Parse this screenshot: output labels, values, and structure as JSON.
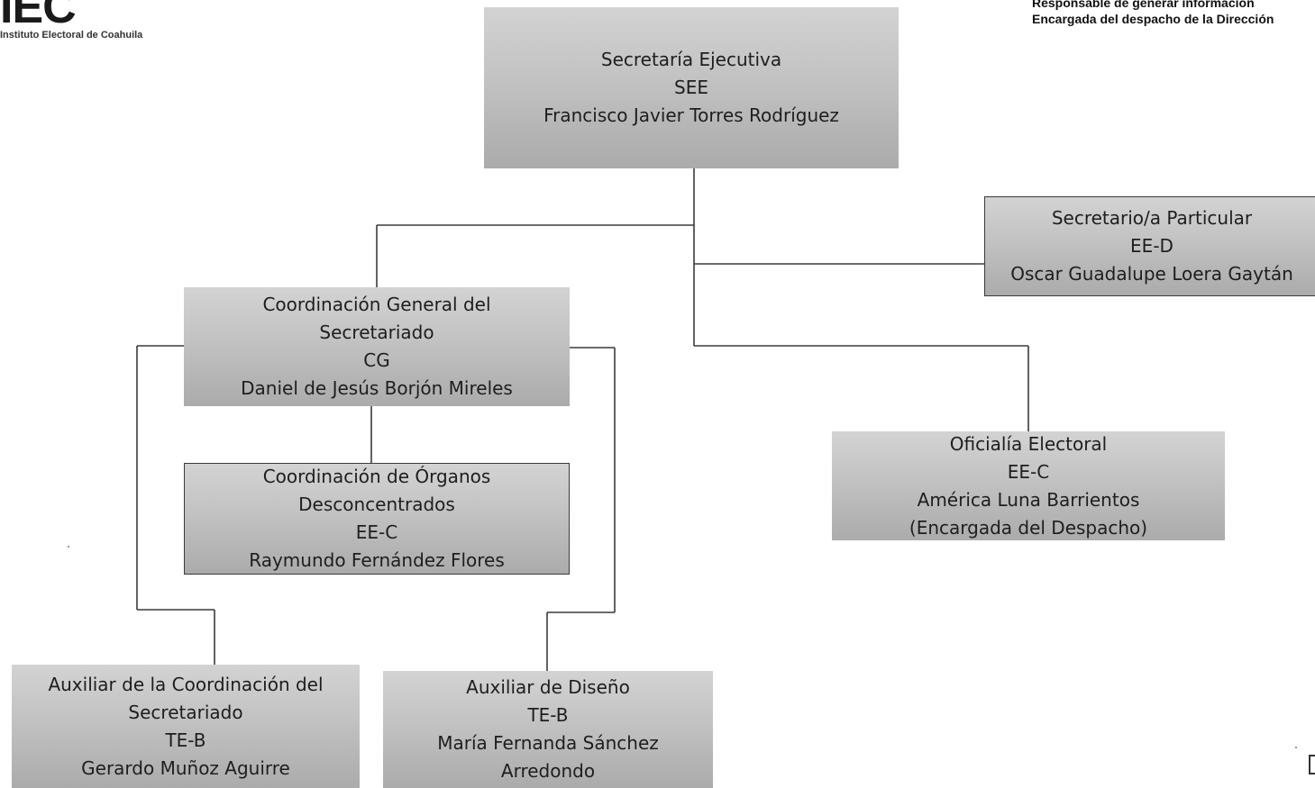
{
  "logo": {
    "mark": "IEC",
    "subtitle": "Instituto Electoral de Coahuila"
  },
  "header_notes": {
    "line1": "Responsable de generar información",
    "line2": "Encargada del despacho de la Dirección"
  },
  "nodes": {
    "secretaria_ejecutiva": {
      "title": "Secretaría Ejecutiva",
      "code": "SEE",
      "name": "Francisco Javier Torres Rodríguez"
    },
    "secretario_particular": {
      "title": "Secretario/a  Particular",
      "code": "EE-D",
      "name": "Oscar Guadalupe Loera Gaytán"
    },
    "coordinacion_general": {
      "title_line1": "Coordinación General del",
      "title_line2": "Secretariado",
      "code": "CG",
      "name": "Daniel de Jesús Borjón Mireles"
    },
    "coordinacion_organos": {
      "title_line1": "Coordinación de Órganos",
      "title_line2": "Desconcentrados",
      "code": "EE-C",
      "name": "Raymundo Fernández Flores"
    },
    "oficialia_electoral": {
      "title": "Oficialía Electoral",
      "code": "EE-C",
      "name": "América Luna Barrientos",
      "note": "(Encargada del Despacho)"
    },
    "auxiliar_coordinacion": {
      "title_line1": "Auxiliar de la Coordinación del",
      "title_line2": "Secretariado",
      "code": "TE-B",
      "name": "Gerardo Muñoz Aguirre"
    },
    "auxiliar_diseno": {
      "title": "Auxiliar de Diseño",
      "code": "TE-B",
      "name_line1": "María Fernanda Sánchez",
      "name_line2": "Arredondo"
    }
  },
  "colors": {
    "box_fill_light": "#d3d3d3",
    "box_fill_dark": "#ababab",
    "connector": "#3a3a3a",
    "text": "#1e1e1e"
  }
}
